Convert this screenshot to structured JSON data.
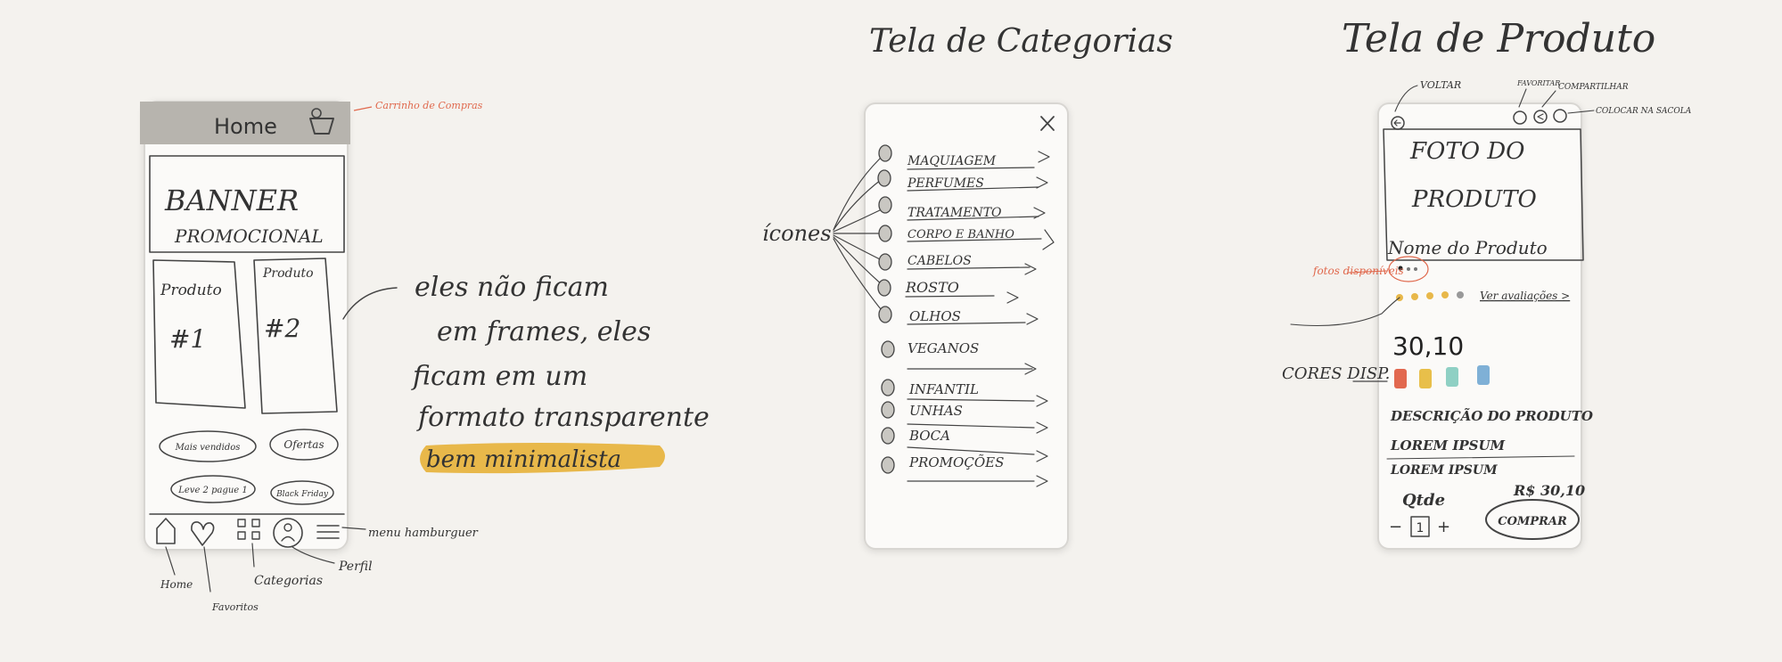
{
  "screen_titles": {
    "categories": "Tela de Categorias",
    "product": "Tela de Produto"
  },
  "home": {
    "header_title": "Home",
    "cart_annotation": "Carrinho de Compras",
    "banner_line1": "BANNER",
    "banner_line2": "PROMOCIONAL",
    "product_cards": [
      {
        "label": "Produto",
        "number": "#1"
      },
      {
        "label": "Produto",
        "number": "#2"
      }
    ],
    "pills": [
      "Mais vendidos",
      "Ofertas",
      "Leve 2 pague 1",
      "Black Friday"
    ],
    "tab_labels": {
      "home": "Home",
      "favorites": "Favoritos",
      "categories": "Categorias",
      "profile": "Perfil",
      "menu": "menu hamburguer"
    },
    "note_lines": [
      "eles não ficam",
      "em frames, eles",
      "ficam em um",
      "formato transparente"
    ],
    "highlight_text": "bem minimalista",
    "highlight_color": "#e8b84a"
  },
  "categories": {
    "icons_label": "ícones",
    "close_icon": "x-icon",
    "items": [
      "MAQUIAGEM",
      "PERFUMES",
      "TRATAMENTO",
      "CORPO E BANHO",
      "CABELOS",
      "ROSTO",
      "OLHOS",
      "VEGANOS",
      "INFANTIL",
      "UNHAS",
      "BOCA",
      "PROMOÇÕES"
    ]
  },
  "product": {
    "annotations": {
      "back": "VOLTAR",
      "favorite": "FAVORITAR",
      "share": "COMPARTILHAR",
      "bag": "COLOCAR NA SACOLA",
      "photos": "fotos disponíveis",
      "colors": "CORES DISP."
    },
    "photo_line1": "FOTO DO",
    "photo_line2": "PRODUTO",
    "product_name": "Nome do Produto",
    "reviews_link": "Ver avaliações >",
    "price": "30,10",
    "swatch_colors": [
      "#e2684f",
      "#e8bf4a",
      "#8fd0c4",
      "#7fb0d6"
    ],
    "description_title": "DESCRIÇÃO DO PRODUTO",
    "lorem1": "LOREM IPSUM",
    "lorem2": "LOREM IPSUM",
    "qty_label": "Qtde",
    "qty_value": "1",
    "total": "R$ 30,10",
    "buy_label": "COMPRAR",
    "annotation_color": "#e0684c"
  }
}
